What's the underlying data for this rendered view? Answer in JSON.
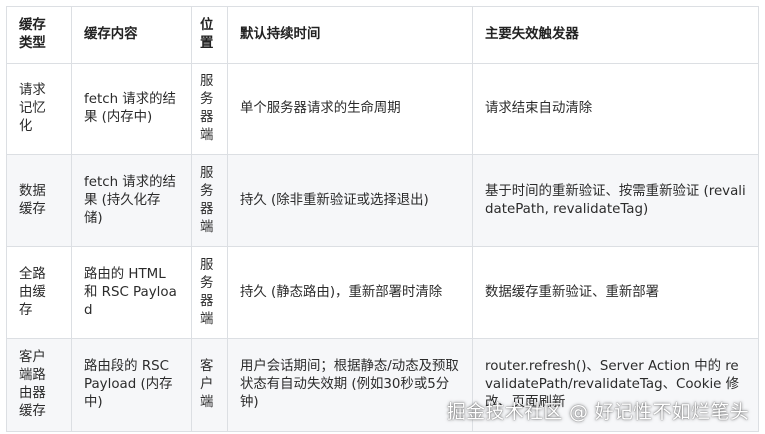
{
  "table": {
    "headers": [
      "缓存类型",
      "缓存内容",
      "位置",
      "默认持续时间",
      "主要失效触发器"
    ],
    "rows": [
      [
        "请求记忆化",
        "fetch 请求的结果 (内存中)",
        "服务器端",
        "单个服务器请求的生命周期",
        "请求结束自动清除"
      ],
      [
        "数据缓存",
        "fetch 请求的结果 (持久化存储)",
        "服务器端",
        "持久 (除非重新验证或选择退出)",
        "基于时间的重新验证、按需重新验证 (revalidatePath, revalidateTag)"
      ],
      [
        "全路由缓存",
        "路由的 HTML 和 RSC Payload",
        "服务器端",
        "持久 (静态路由)，重新部署时清除",
        "数据缓存重新验证、重新部署"
      ],
      [
        "客户端路由器缓存",
        "路由段的 RSC Payload (内存中)",
        "客户端",
        "用户会话期间；根据静态/动态及预取状态有自动失效期 (例如30秒或5分钟)",
        "router.refresh()、Server Action 中的 revalidatePath/revalidateTag、Cookie 修改、页面刷新"
      ]
    ]
  },
  "watermark": "掘金技术社区 @ 好记性不如烂笔头",
  "colors": {
    "border": "#dcdfe3",
    "stripe": "#f6f7f9",
    "text": "#2b2b2b"
  }
}
